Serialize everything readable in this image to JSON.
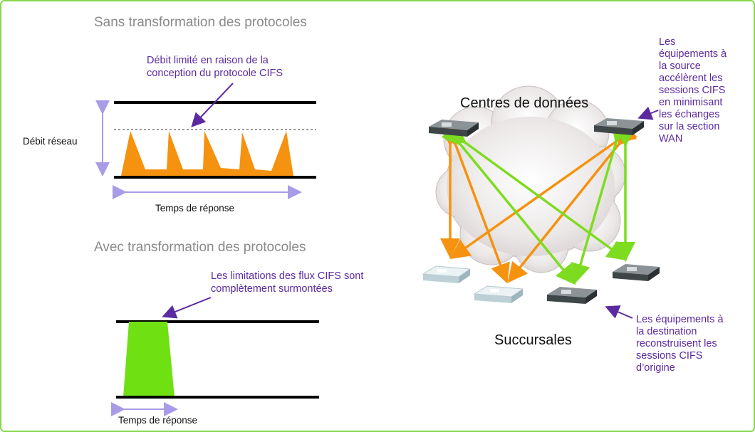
{
  "top_section": {
    "title": "Sans transformation des protocoles",
    "annotation_line1": "Débit limité en raison de la",
    "annotation_line2": "conception du protocole CIFS",
    "y_label": "Débit réseau",
    "x_label": "Temps de réponse"
  },
  "bottom_section": {
    "title": "Avec transformation des protocoles",
    "annotation_line1": "Les limitations des flux CIFS sont",
    "annotation_line2": "complètement surmontées",
    "x_label": "Temps de réponse"
  },
  "network": {
    "datacenters_label": "Centres de données",
    "branches_label": "Succursales",
    "source_note": [
      "Les",
      "équipements à",
      "la source",
      "accélèrent les",
      "sessions CIFS",
      "en minimisant",
      "les échanges",
      "sur la section",
      "WAN"
    ],
    "destination_note": [
      "Les équipements à",
      "la destination",
      "reconstruisent les",
      "sessions CIFS",
      "d’origine"
    ]
  },
  "colors": {
    "orange": "#f5920f",
    "green": "#7ddc1f",
    "purple": "#5b2aa0",
    "lavender": "#a99be8",
    "frame": "#86d84a"
  }
}
